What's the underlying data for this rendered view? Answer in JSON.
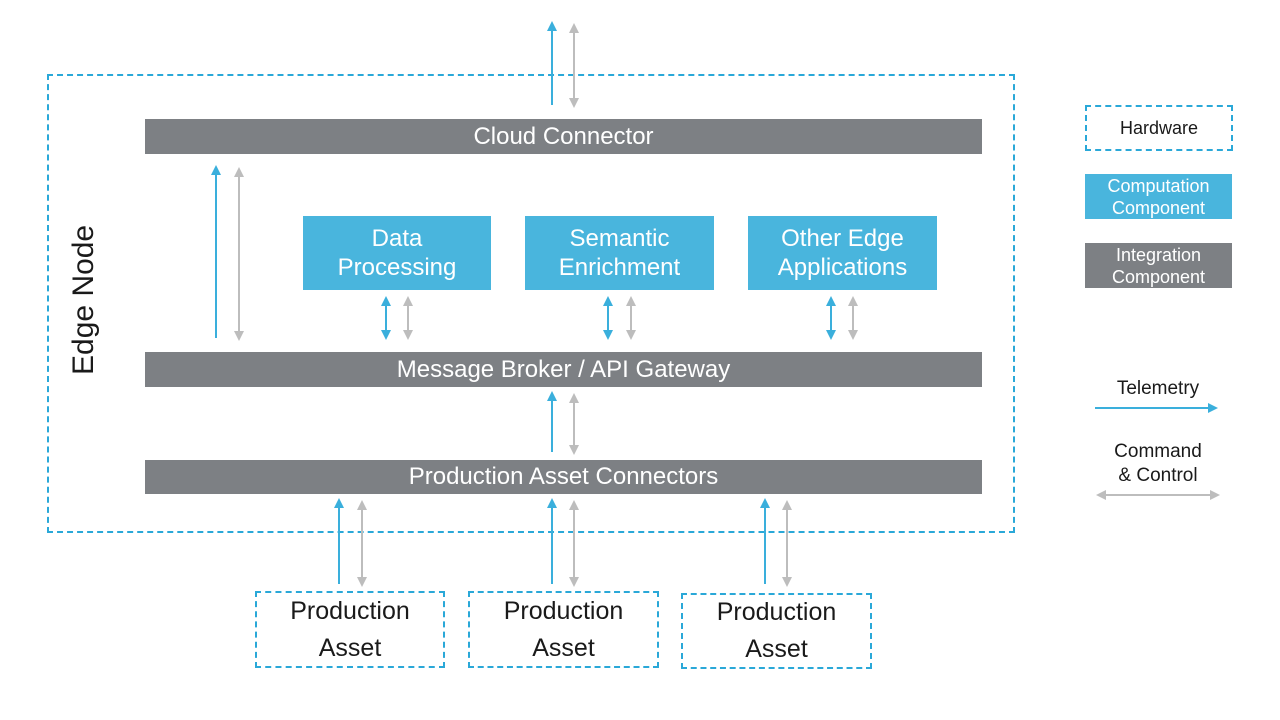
{
  "edge_node": {
    "label": "Edge Node"
  },
  "bars": {
    "cloud": "Cloud Connector",
    "broker": "Message Broker / API Gateway",
    "connectors": "Production Asset Connectors"
  },
  "components": {
    "data": "Data\nProcessing",
    "semantic": "Semantic\nEnrichment",
    "other": "Other Edge\nApplications"
  },
  "assets": [
    "Production\nAsset",
    "Production\nAsset",
    "Production\nAsset"
  ],
  "legend": {
    "hardware": "Hardware",
    "computation": "Computation\nComponent",
    "integration": "Integration\nComponent",
    "telemetry": "Telemetry",
    "command": "Command\n& Control"
  },
  "colors": {
    "telemetry": "#3aafdc",
    "command": "#bdbdbd",
    "hardware_border": "#2aa8d8",
    "computation": "#49b5dd",
    "integration": "#7d8084"
  }
}
